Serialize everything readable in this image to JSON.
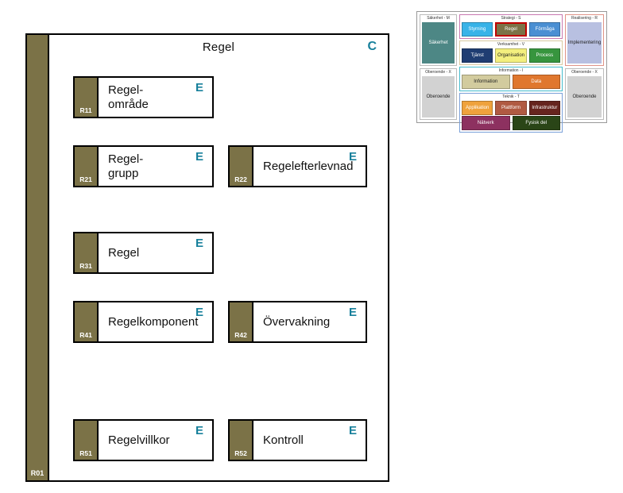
{
  "colors": {
    "olive": "#7b7247",
    "teal_accent": "#17809b",
    "highlight_red": "#c00000"
  },
  "main": {
    "title": "Regel",
    "corner_letter": "C",
    "bar_code": "R01",
    "entity_letter": "E",
    "boxes": [
      {
        "code": "R11",
        "label": "Regel-\nområde"
      },
      {
        "code": "R21",
        "label": "Regel-\ngrupp"
      },
      {
        "code": "R22",
        "label": "Regelefterlevnad"
      },
      {
        "code": "R31",
        "label": "Regel"
      },
      {
        "code": "R41",
        "label": "Regelkomponent"
      },
      {
        "code": "R42",
        "label": "Övervakning"
      },
      {
        "code": "R51",
        "label": "Regelvillkor"
      },
      {
        "code": "R52",
        "label": "Kontroll"
      }
    ]
  },
  "minimap": {
    "left_top": {
      "header": "Säkerhet - M",
      "label": "Säkerhet"
    },
    "left_bottom": {
      "header": "Oberoende - X",
      "label": "Oberoende"
    },
    "right_top": {
      "header": "Realisering - R",
      "label": "Implementering"
    },
    "right_bottom": {
      "header": "Oberoende - X",
      "label": "Oberoende"
    },
    "groups": [
      {
        "header": "Strategi - S",
        "items": [
          "Styrning",
          "Regel",
          "Förmåga"
        ]
      },
      {
        "header": "Verksamhet - V",
        "items": [
          "Tjänst",
          "Organisation",
          "Process"
        ]
      },
      {
        "header": "Information - I",
        "items": [
          "Information",
          "Data"
        ]
      },
      {
        "header": "Teknik - T",
        "items": [
          "Applikation",
          "Plattform",
          "Infrastruktur",
          "Nätverk",
          "Fysisk del"
        ]
      }
    ]
  }
}
